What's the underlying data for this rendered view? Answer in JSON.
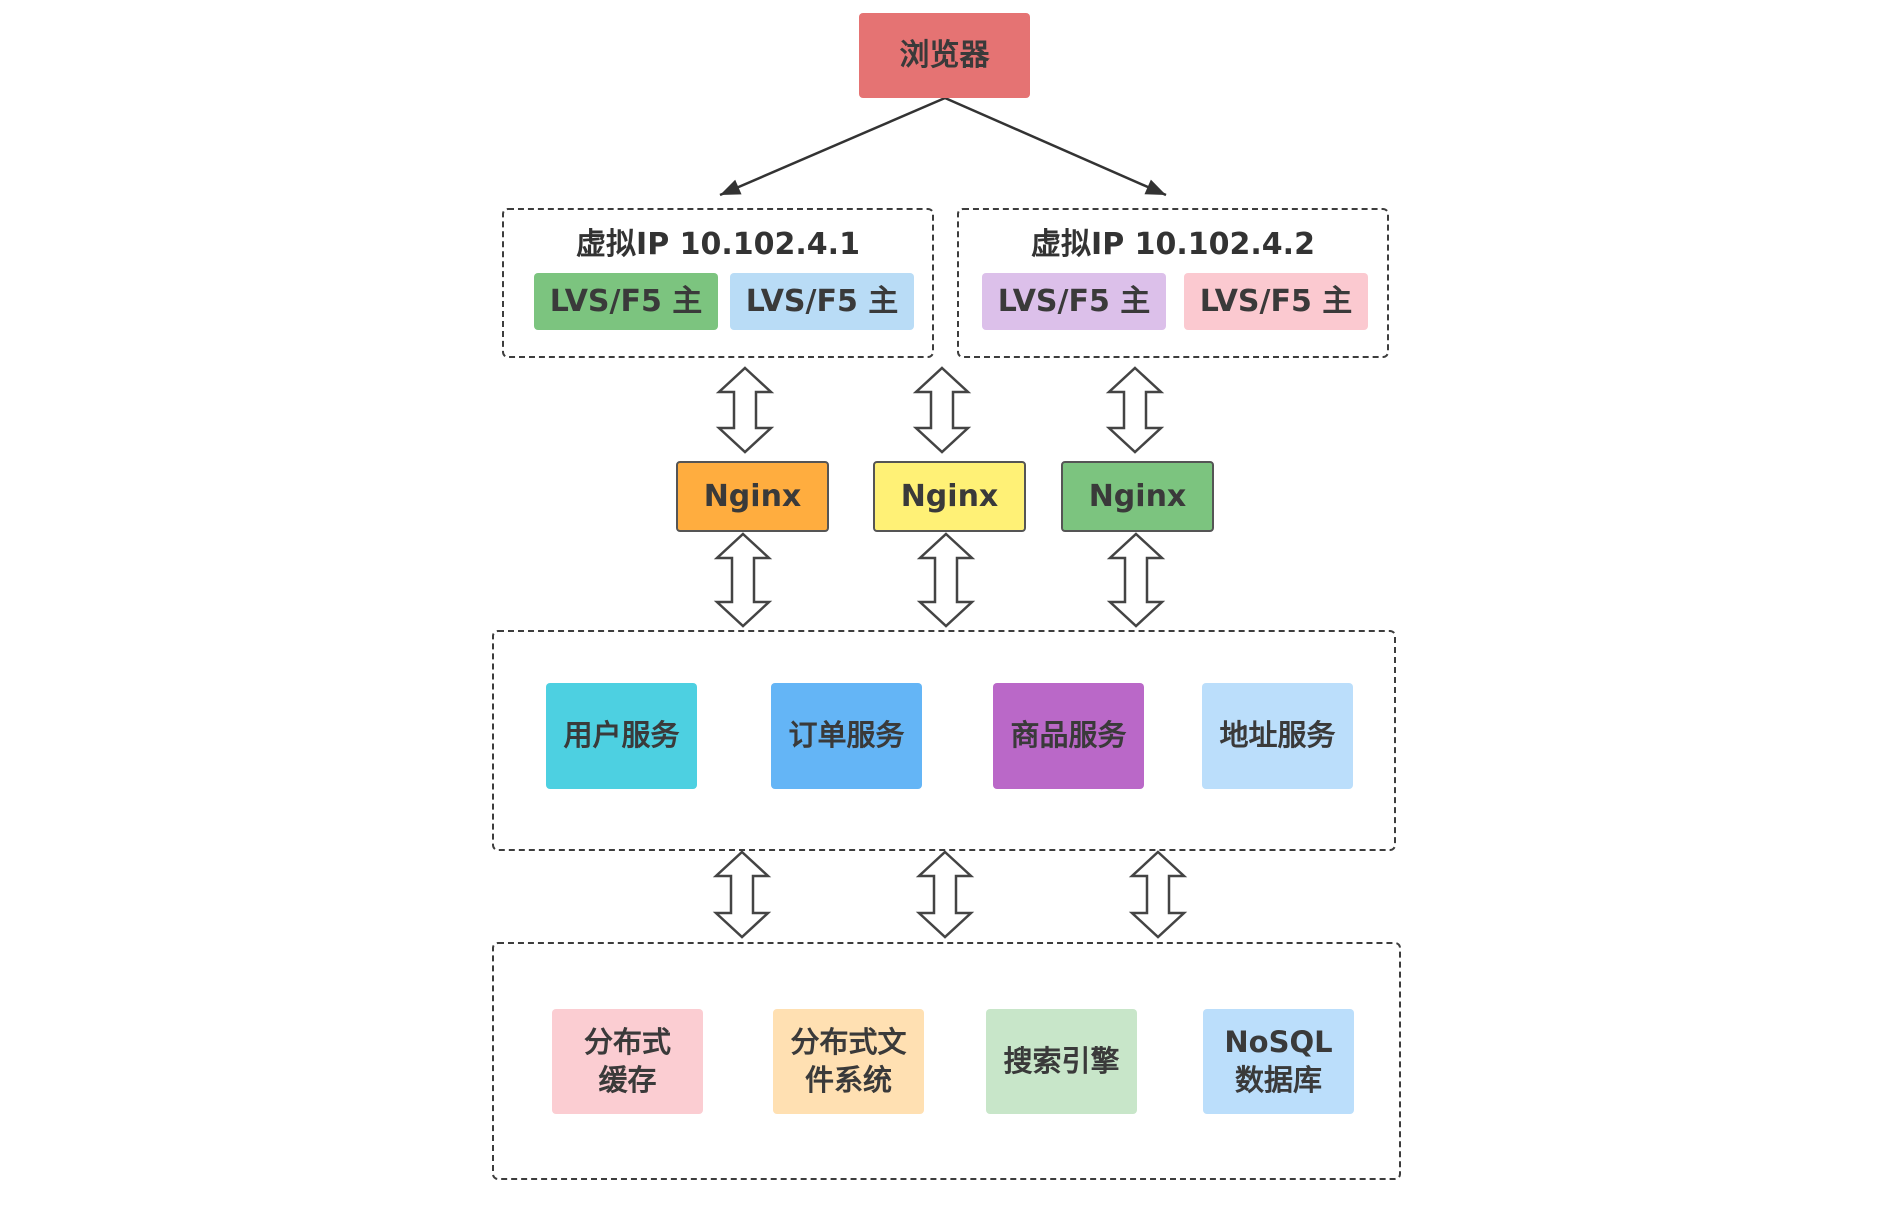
{
  "browser": {
    "label": "浏览器",
    "color": "#e57373"
  },
  "vip_groups": [
    {
      "title": "虚拟IP 10.102.4.1",
      "lvs": [
        {
          "label": "LVS/F5 主",
          "color": "#7cc47f"
        },
        {
          "label": "LVS/F5 主",
          "color": "#b9dcf6"
        }
      ]
    },
    {
      "title": "虚拟IP 10.102.4.2",
      "lvs": [
        {
          "label": "LVS/F5 主",
          "color": "#dcc0ea"
        },
        {
          "label": "LVS/F5 主",
          "color": "#fbc9d0"
        }
      ]
    }
  ],
  "nginx": [
    {
      "label": "Nginx",
      "color": "#ffad3f"
    },
    {
      "label": "Nginx",
      "color": "#fff176"
    },
    {
      "label": "Nginx",
      "color": "#7cc47f"
    }
  ],
  "services": [
    {
      "label": "用户服务",
      "color": "#4dd0e1"
    },
    {
      "label": "订单服务",
      "color": "#64b5f6"
    },
    {
      "label": "商品服务",
      "color": "#ba68c8"
    },
    {
      "label": "地址服务",
      "color": "#bbdefb"
    }
  ],
  "storage": [
    {
      "lines": [
        "分布式",
        "缓存"
      ],
      "color": "#fbcdd2"
    },
    {
      "lines": [
        "分布式文",
        "件系统"
      ],
      "color": "#ffe0b2"
    },
    {
      "lines": [
        "搜索引擎"
      ],
      "color": "#c8e6c9"
    },
    {
      "lines": [
        "NoSQL",
        "数据库"
      ],
      "color": "#bbdefb"
    }
  ]
}
